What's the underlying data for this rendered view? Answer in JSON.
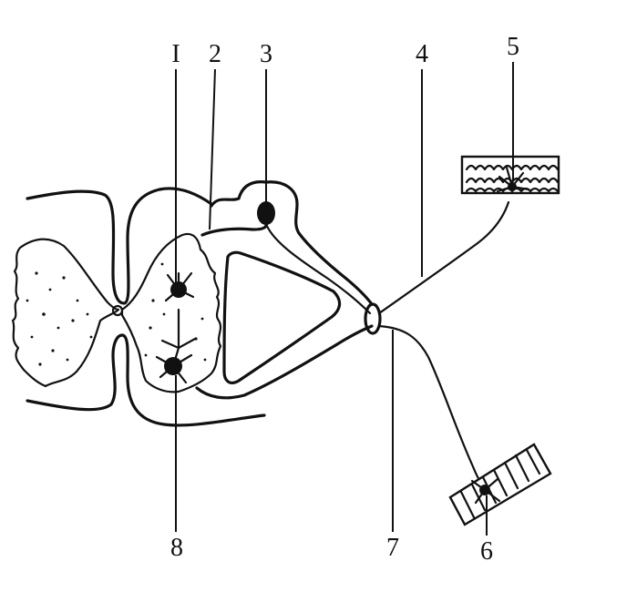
{
  "diagram": {
    "labels": {
      "l1": "I",
      "l2": "2",
      "l3": "3",
      "l4": "4",
      "l5": "5",
      "l6": "6",
      "l7": "7",
      "l8": "8"
    }
  }
}
